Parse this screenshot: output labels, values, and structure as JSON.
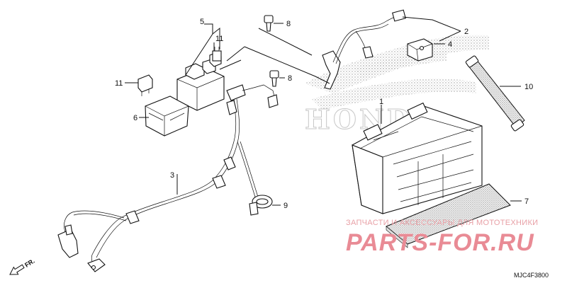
{
  "callouts": {
    "p1": "1",
    "p2": "2",
    "p3": "3",
    "p4": "4",
    "p5": "5",
    "p6": "6",
    "p7": "7",
    "p8a": "8",
    "p8b": "8",
    "p9": "9",
    "p10": "10",
    "p11a": "11",
    "p11b": "11"
  },
  "watermark": {
    "subtitle": "ЗАПЧАСТИ И АКСЕССУАРЫ ДЛЯ МОТОТЕХНИКИ",
    "site": "PARTS-FOR.RU"
  },
  "diagram_code": "MJC4F3800",
  "direction_label": "FR.",
  "logo_text": "HONDA",
  "colors": {
    "watermark": "#e98b95",
    "line": "#111111",
    "stipple": "#9a9a9a"
  }
}
